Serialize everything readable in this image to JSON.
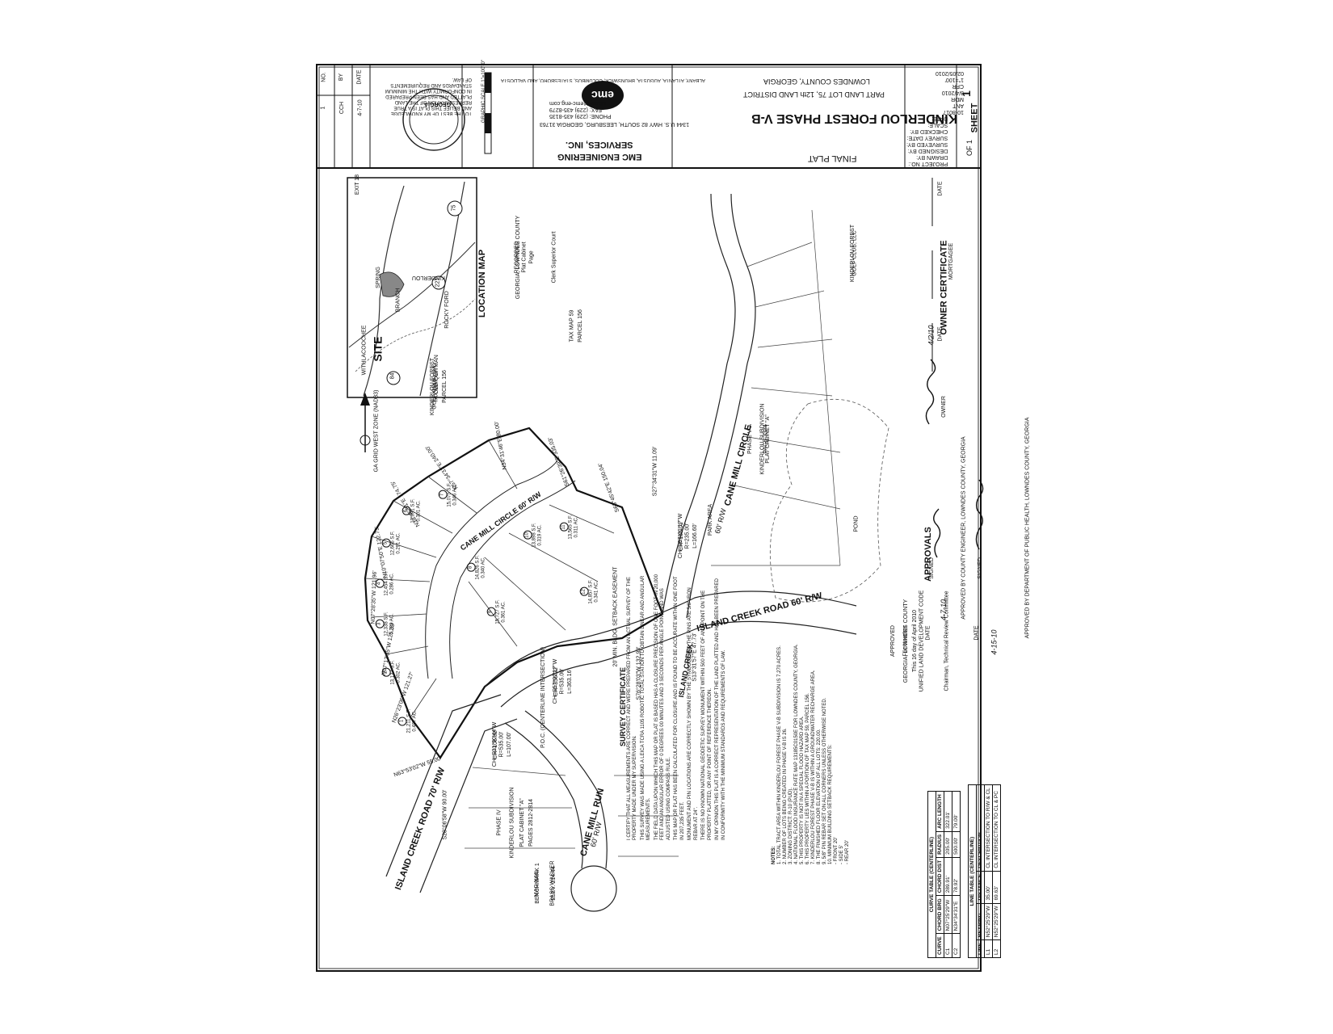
{
  "title_block": {
    "plat_type": "FINAL PLAT",
    "subdivision": "KINDERLOU FOREST PHASE V-B",
    "land_lot": "PART LAND LOT 75, 12th LAND DISTRICT",
    "county": "LOWNDES COUNTY, GEORGIA",
    "sheet_label": "SHEET",
    "sheet_no": "1",
    "sheet_of": "OF 1",
    "project_fields": [
      "PROJECT NO.:",
      "DRAWN BY:",
      "DESIGNED BY:",
      "SURVEYED BY:",
      "SURVEY DATE:",
      "CHECKED BY:",
      "SCALE:",
      "DATE:"
    ],
    "project_values": [
      "10-8017",
      "ANT",
      "",
      "MDR",
      "3/4/2010",
      "CFR",
      "1\"=100'",
      "02/05/2010"
    ]
  },
  "engineer": {
    "name_line1": "EMC ENGINEERING",
    "name_line2": "SERVICES, INC.",
    "address": "1344 U.S. HWY 82 SOUTH, LEESBURG, GEORGIA 31763",
    "phone": "PHONE: (229) 435-8135",
    "fax": "FAX: (229) 435-8279",
    "email": "albany@emc-eng.com",
    "offices": "ALBANY, ATLANTA, AUGUSTA, BRUNSWICK, COLUMBUS, STATESBORO, AND VALDOSTA",
    "scale_text": "GRAPHIC SCALE 1\"=100'-0\"",
    "disclaimer": "TO THE BEST OF MY KNOWLEDGE AND BELIEF THIS PLAT IS A TRUE REPRESENTATION OF THE LAND PLATTED AND HAS BEEN PREPARED IN CONFORMITY WITH THE MINIMUM STANDARDS AND REQUIREMENTS OF LAW.",
    "seal_text": "GEORGIA"
  },
  "revision": {
    "headers": [
      "NO.",
      "BY",
      "DATE"
    ],
    "row": [
      "1",
      "CCH",
      "4-7-10"
    ]
  },
  "location_map": {
    "title": "LOCATION MAP",
    "labels": [
      "SITE",
      "84",
      "221",
      "75",
      "OLD QUITMAN",
      "WITHLACOOCHEE",
      "SPRING",
      "BRANCH",
      "KINDERLOU",
      "ROCKY FORD",
      "EXIT 18"
    ]
  },
  "recording": {
    "lines": [
      "GEORGIA, LOWNDES COUNTY",
      "RECORDED",
      "Plat Cabinet",
      "Page",
      "Clerk Superior Court"
    ]
  },
  "streets": {
    "island_creek_70": "ISLAND CREEK ROAD 70' R/W",
    "island_creek_60": "ISLAND CREEK ROAD 60' R/W",
    "island_creek_60b": "ISLAND CREEK",
    "cane_mill_circle": "CANE MILL CIRCLE",
    "cane_mill_circle_rw": "60' R/W",
    "cane_mill_circle_inner": "CANE MILL CIRCLE 60' R/W",
    "cane_mill_run": "CANE MILL RUN",
    "cane_mill_run_rw": "60' R/W"
  },
  "adjoiners": {
    "golf_club": [
      "KINDERLOU FOREST",
      "GOLF CLUB, LLC",
      "TAX MAP 59",
      "PARCEL 156"
    ],
    "golf_club_east": [
      "KINDERLOU FOREST",
      "GOLF CLUB, LLC"
    ],
    "phase_va": [
      "KINDERLOU SUBDIVISION",
      "PHASE V-A",
      "PLAT CABINET \"A\"",
      "PAGE 3334"
    ],
    "phase_iv": [
      "KINDERLOU SUBDIVISION",
      "PHASE IV",
      "PLAT CABINET \"A\"",
      "PAGES 2812-2814"
    ],
    "tax_map": [
      "TAX MAP 59",
      "PARCEL 156"
    ],
    "pond": "POND",
    "park": "PARK AREA"
  },
  "boundary_calls": [
    "N63°53'02\"W 55.00'",
    "N26°23'06\"W 121.27'",
    "N07°12'35\"W 125.39'",
    "N07°28'35\"W 121.96'",
    "N10°07'50\"E 122.73'",
    "N32°45'51\"E 174.75'",
    "N57°34'31\"E 240.00'",
    "N34°31'46\"E 80.00'",
    "S61°26'39\"E 335.03'",
    "S27°34'31\"W 11.09'",
    "S63°45'42\"E 150.04'",
    "S13°31'57\"E 47.73'",
    "S76°28'03\"W 132.93'",
    "S28°06'58\"W 90.00'"
  ],
  "curve_labels": {
    "big": [
      "CH=S57°01'17\"W",
      "CH=356.22'",
      "R=535.00'",
      "L=363.16'"
    ],
    "island": [
      "CH=S07°01'17\"W",
      "CH=165.01'",
      "R=235.00'",
      "L=166.60'"
    ],
    "run": [
      "CH=S31°50'44\"W",
      "CH=106.82'",
      "R=535.00'",
      "L=107.00'"
    ]
  },
  "lots": [
    {
      "no": "1",
      "sf": "21,211 S.F.",
      "ac": "0.487 AC."
    },
    {
      "no": "2",
      "sf": "13,137 S.F.",
      "ac": "0.302 AC."
    },
    {
      "no": "3",
      "sf": "12,338 S.F.",
      "ac": "0.283 AC."
    },
    {
      "no": "4",
      "sf": "12,454 S.F.",
      "ac": "0.286 AC."
    },
    {
      "no": "5",
      "sf": "12,666 S.F.",
      "ac": "0.291 AC."
    },
    {
      "no": "6",
      "sf": "13,091 S.F.",
      "ac": "0.301 AC."
    },
    {
      "no": "7",
      "sf": "15,075 S.F.",
      "ac": "0.346 AC."
    },
    {
      "no": "8",
      "sf": "14,826 S.F.",
      "ac": "0.340 AC."
    },
    {
      "no": "9",
      "sf": "15,727 S.F.",
      "ac": "0.361 AC."
    },
    {
      "no": "10",
      "sf": "13,898 S.F.",
      "ac": "0.319 AC."
    },
    {
      "no": "11",
      "sf": "13,565 S.F.",
      "ac": "0.311 AC."
    },
    {
      "no": "12",
      "sf": "14,857 S.F.",
      "ac": "0.341 AC."
    }
  ],
  "setback_note": "20' MIN. BLDG. SETBACK EASEMENT",
  "tie_note": "P.O.C. (CENTERLINE INTERSECTION)",
  "benchmark": [
    "BENCHMARK 1",
    "MAG NAIL",
    "BRASS WASHER",
    "ELEV. 214.44"
  ],
  "survey_certificate": {
    "title": "SURVEY CERTIFICATE",
    "paragraphs": [
      "I CERTIFY THAT ALL MEASUREMENTS ARE CORRECT AND WERE PREPARED FROM AN ACTUAL SURVEY OF THE PROPERTY MADE UNDER MY SUPERVISION.",
      "THIS SURVEY WAS MADE USING A LEICA TCRA 1105 ROBOTIC TOTAL STATION TO OBTAIN LINEAR AND ANGULAR MEASUREMENTS.",
      "THE FIELD DATA UPON WHICH THIS MAP OR PLAT IS BASED HAS A CLOSURE PRECISION OF ONE FOOT IN 20,000 FEET AND AN ANGULAR ERROR OF 0 DEGREES 00 MINUTES AND 3 SECONDS PER ANGLE POINT, AND WAS ADJUSTED USING COMPASS RULE.",
      "THIS MAP OR PLAT HAS BEEN CALCULATED FOR CLOSURE AND IS FOUND TO BE ACCURATE WITHIN ONE FOOT IN 207,235 FEET.",
      "MONUMENT AND PIN LOCATIONS ARE CORRECTLY SHOWN BY THE SYMBOLS AND THE PINS ARE 5/8\" IRON REBAR AT 24\".",
      "THERE IS NO KNOWN NATIONAL GEODETIC SURVEY MONUMENT WITHIN 500 FEET OF ANY POINT ON THE PROPERTY PLATTED, OR ANY POINT OF REFERENCE THEREON.",
      "IN MY OPINION THIS PLAT IS A CORRECT REPRESENTATION OF THE LAND PLATTED AND HAS BEEN PREPARED IN CONFORMITY WITH THE MINIMUM STANDARDS AND REQUIREMENTS OF LAW."
    ]
  },
  "notes": {
    "title": "NOTES:",
    "items": [
      "1. TOTAL TRACT AREA WITHIN KINDERLOU FOREST PHASE V-B SUBDIVISION IS 7.270 ACRES.",
      "2. NUMBER OF LOTS BEING CREATED IN PHASE V-B IS 26.",
      "3. ZONING DISTRICT: R-10 (PUD).",
      "4. NATIONAL FLOOD INSURANCE RATE MAP 13185C0150E FOR LOWNDES COUNTY, GEORGIA.",
      "5. THIS PROPERTY IS NOT IN A SPECIAL FLOOD HAZARD AREA.",
      "6. THIS PROPERTY LIES WITHIN A PORTION OF TAX MAP 59, PARCEL 156.",
      "7. KINDERLOU FOREST PHASE V-B IS WITHIN A GROUNDWATER RECHARGE AREA.",
      "8. THE FINISHED FLOOR ELEVATION OF ALL LOTS: 220.00.",
      "9. 5/8\" PIN REBAR SET ON ALL CORNERS UNLESS OTHERWISE NOTED.",
      "10. MINIMUM BUILDING SETBACK REQUIREMENTS:",
      "   - FRONT 20'",
      "   - SIDE 5'",
      "   - REAR 20'"
    ]
  },
  "curve_table": {
    "title": "CURVE TABLE (CENTERLINE)",
    "headers": [
      "CURVE",
      "CHORD BRG",
      "CHORD DIST",
      "RADIUS",
      "ARC LENGTH"
    ],
    "rows": [
      [
        "C1",
        "N07°25'29\"W",
        "289.91'",
        "205.00'",
        "322.01'"
      ],
      [
        "C2",
        "N34°34'31\"E",
        "78.92'",
        "500.00'",
        "79.00'"
      ]
    ]
  },
  "line_table": {
    "title": "LINE TABLE (CENTERLINE)",
    "headers": [
      "LINE",
      "BEARING",
      "DISTANCE",
      "DESCRIPTION"
    ],
    "rows": [
      [
        "L1",
        "N52°25'29\"W",
        "35.00'",
        "CL INTERSECTION TO R/W & CL"
      ],
      [
        "L2",
        "N52°25'29\"W",
        "69.63'",
        "CL INTERSECTION TO CL & PC"
      ]
    ]
  },
  "approvals": {
    "title": "APPROVALS",
    "county_stamp": [
      "GEORGIA, LOWNDES COUNTY",
      "UNIFIED LAND DEVELOPMENT CODE",
      "APPROVED",
      "This 16 day of April 2010",
      "File Number",
      "Chairman, Technical Review Committee"
    ],
    "engineer_line": "APPROVED BY COUNTY ENGINEER, LOWNDES COUNTY, GEORGIA",
    "health_line": "APPROVED BY DEPARTMENT OF PUBLIC HEALTH, LOWNDES COUNTY, GEORGIA",
    "date_label": "DATE",
    "signed_label": "SIGNED",
    "date1": "4-7-10",
    "date2": "4-15-10"
  },
  "owner_certificate": {
    "title": "OWNER CERTIFICATE",
    "owner_label": "OWNER",
    "date_label": "DATE",
    "mortgage_label": "MORTGAGEE",
    "date_value": "4/2/10"
  },
  "north_arrow": "GA GRID WEST ZONE (NAD83)"
}
